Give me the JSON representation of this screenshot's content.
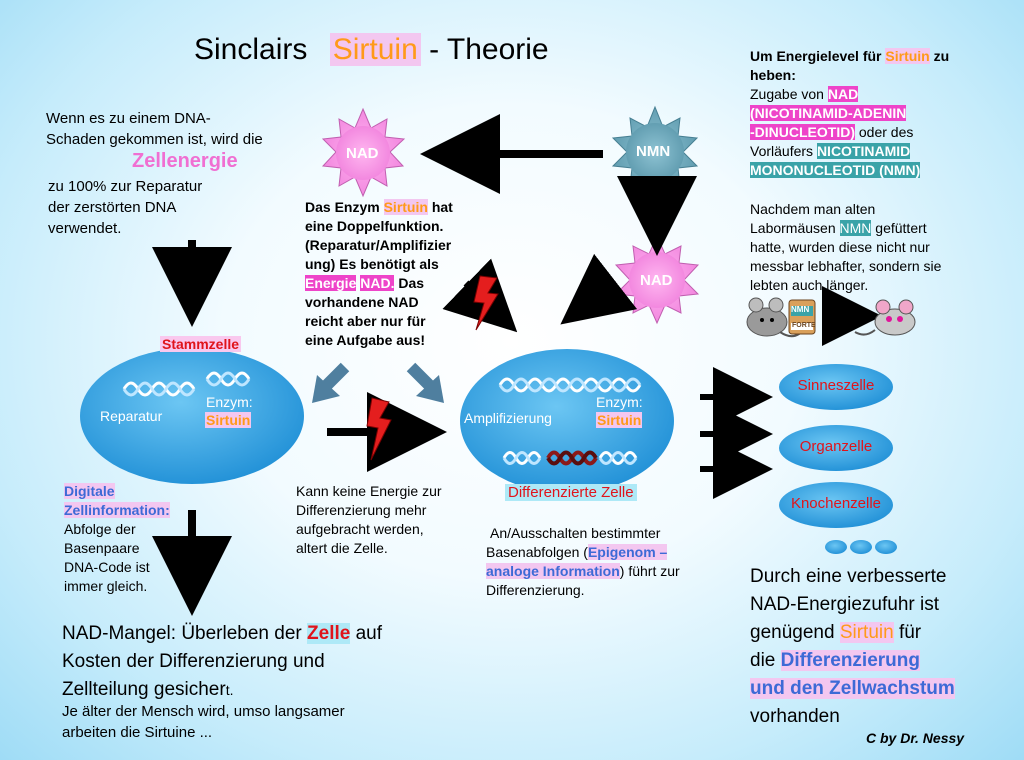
{
  "title": {
    "part1": "Sinclairs",
    "part2": "Sirtuin",
    "part3": "- Theorie"
  },
  "intro": {
    "line1": "Wenn es zu einem DNA-",
    "line2": "Schaden gekommen ist, wird die",
    "highlight": "Zellenergie",
    "line3": "zu 100% zur Reparatur",
    "line4": "der zerstörten DNA",
    "line5": "verwendet."
  },
  "suns": {
    "nad_left": "NAD",
    "nmn": "NMN",
    "nad_right": "NAD"
  },
  "enzyme_text": {
    "l1a": "Das Enzym ",
    "l1b": "Sirtuin",
    "l1c": " hat",
    "l2": "eine Doppelfunktion.",
    "l3": "(Reparatur/Amplifizier",
    "l4": "ung)  Es  benötigt als",
    "l5a": "Energie",
    "l5b": "NAD.",
    "l5c": " Das",
    "l6": "vorhandene NAD",
    "l7": "reicht aber  nur für",
    "l8": "eine Aufgabe aus!"
  },
  "energy_box": {
    "h1a": "Um Energielevel  für ",
    "h1b": "Sirtuin",
    "h1c": " zu",
    "h2": "heben:",
    "z1": "Zugabe von ",
    "z1b": " NAD",
    "z2": "(NICOTINAMID-ADENIN",
    "z3": "-DINUCLEOTID)",
    "z3b": " oder des",
    "z4": "Vorläufers ",
    "z4b": "NICOTINAMID",
    "z5": "MONONUCLEOTID (NMN)"
  },
  "mice_text": {
    "l1": "Nachdem man alten",
    "l2a": "Labormäusen ",
    "l2b": "NMN",
    "l2c": " gefüttert",
    "l3": "hatte, wurden diese nicht nur",
    "l4": "messbar lebhafter, sondern sie",
    "l5": "lebten auch länger.",
    "can_label": "NMN",
    "can_sub": "FORTE"
  },
  "stem_cell": {
    "label": "Stammzelle",
    "reparatur": "Reparatur",
    "enzym": "Enzym:",
    "sirtuin": "Sirtuin"
  },
  "diff_cell": {
    "amplifizierung": "Amplifizierung",
    "enzym": "Enzym:",
    "sirtuin": "Sirtuin",
    "label": "Differenzierte Zelle"
  },
  "cells": {
    "sinnes": "Sinneszelle",
    "organ": "Organzelle",
    "knochen": "Knochenzelle"
  },
  "digital": {
    "h1": "Digitale",
    "h2": "Zellinformation:",
    "l1": "Abfolge der",
    "l2": "Basenpaare",
    "l3": "DNA-Code ist",
    "l4": "immer gleich."
  },
  "aging": {
    "l1": "Kann keine Energie zur",
    "l2": "Differenzierung mehr",
    "l3": "aufgebracht werden,",
    "l4": "altert die Zelle."
  },
  "epigenom": {
    "l1": "An/Ausschalten bestimmter",
    "l2a": "Basenabfolgen (",
    "l2b": "Epigenom –",
    "l3a": "analoge Information",
    "l3b": ")  führt zur",
    "l4": "Differenzierung."
  },
  "nad_mangel": {
    "l1a": "NAD-Mangel: Überleben der ",
    "l1b": "Zelle",
    "l1c": " auf",
    "l2": "Kosten der Differenzierung und",
    "l3": "Zellteilung gesicher",
    "l3b": "t.",
    "l4": "Je älter der Mensch wird, umso langsamer",
    "l5": "arbeiten die Sirtuine ..."
  },
  "conclusion": {
    "l1": "Durch eine verbesserte",
    "l2": "NAD-Energiezufuhr ist",
    "l3a": "genügend ",
    "l3b": "Sirtuin",
    "l3c": " für",
    "l4a": "die ",
    "l4b": "Differenzierung",
    "l5": "und den Zellwachstum",
    "l6": "vorhanden"
  },
  "credit": "C by Dr. Nessy",
  "colors": {
    "cell_blue": "#2c9fe0",
    "sun_pink": "#f39ae6",
    "sun_teal": "#6aa7b9",
    "arrow_steel": "#4f7f9f",
    "bolt_red": "#e41e1e"
  }
}
